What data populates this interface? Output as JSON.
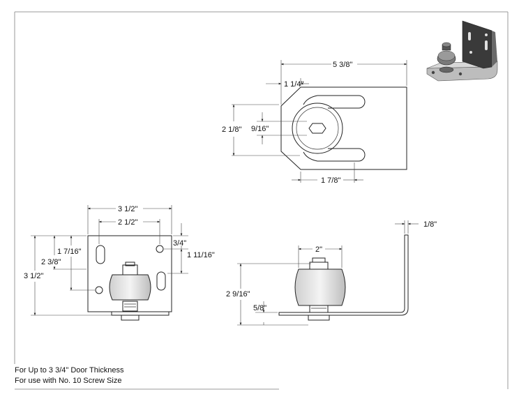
{
  "dimensions": {
    "top_width": "5 3/8\"",
    "top_offset": "1 1/4\"",
    "top_height": "2 1/8\"",
    "top_center": "9/16\"",
    "top_bottom": "1 7/8\"",
    "front_width": "3 1/2\"",
    "front_inner_width": "2 1/2\"",
    "front_height_total": "3 1/2\"",
    "front_height_2": "2 3/8\"",
    "front_height_1": "1 7/16\"",
    "front_right_top": "3/4\"",
    "front_right_lower": "1 11/16\"",
    "side_thickness": "1/8\"",
    "side_roller_width": "2\"",
    "side_height": "2 9/16\"",
    "side_base": "5/8\""
  },
  "notes": {
    "line1": "For Up to 3 3/4\" Door Thickness",
    "line2": "For use with No. 10 Screw Size"
  },
  "colors": {
    "line": "#222222",
    "frame": "#9a9a9a",
    "metal_dark": "#3a3a3a",
    "metal_light": "#b9b9b9"
  }
}
